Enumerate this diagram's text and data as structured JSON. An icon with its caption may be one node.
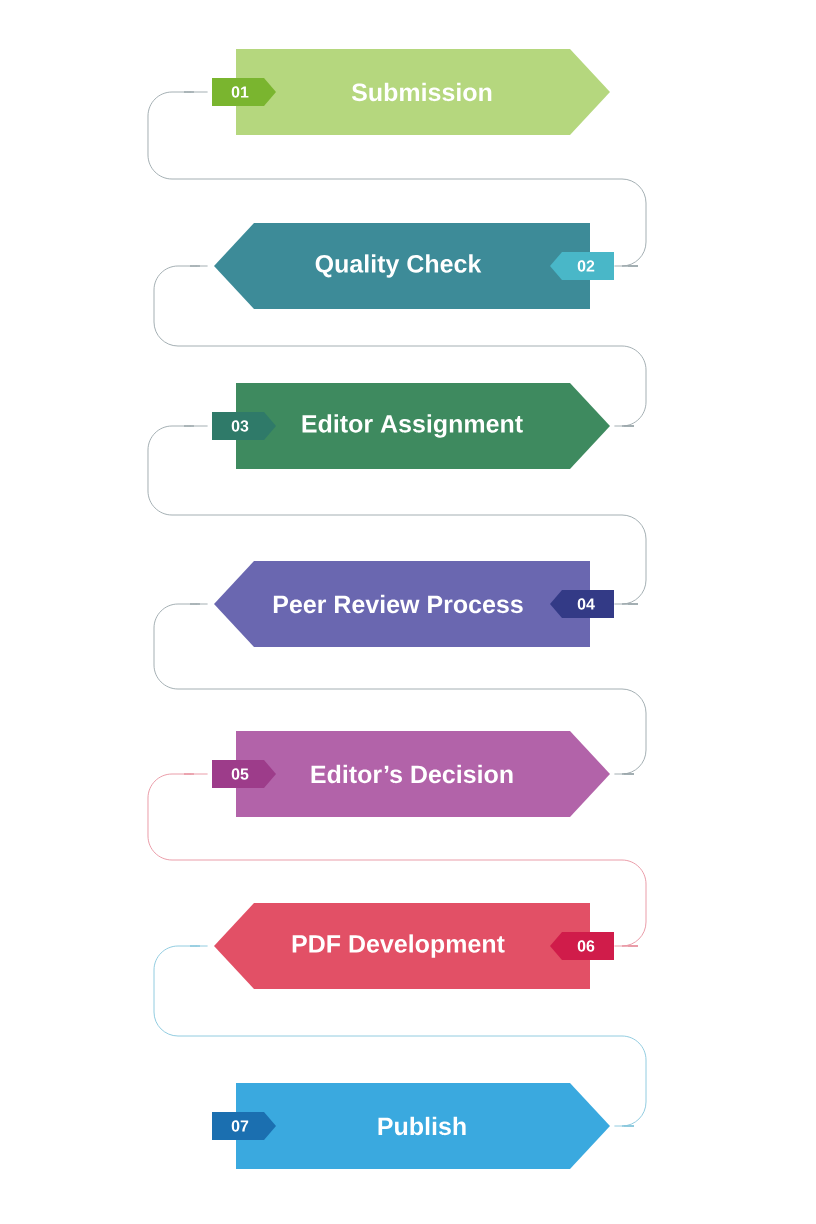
{
  "diagram": {
    "nodes": [
      {
        "text": [
          "01",
          "Submission"
        ]
      },
      {
        "text": [
          "Quality Check",
          "02"
        ]
      },
      {
        "text": [
          "03",
          "Editor Assignment"
        ]
      },
      {
        "text": [
          "Peer Review Process",
          "04"
        ]
      },
      {
        "text": [
          "05",
          "Editor’s Decision"
        ]
      },
      {
        "text": [
          "PDF Development",
          "06"
        ]
      },
      {
        "text": [
          "07",
          "Publish"
        ]
      }
    ],
    "edges": [
      {
        "from": 0,
        "to": 1,
        "arrow": "none"
      },
      {
        "from": 1,
        "to": 2,
        "arrow": "none"
      },
      {
        "from": 2,
        "to": 3,
        "arrow": "none"
      },
      {
        "from": 3,
        "to": 4,
        "arrow": "none"
      },
      {
        "from": 4,
        "to": 5,
        "arrow": "none",
        "color": "#e8929f"
      },
      {
        "from": 5,
        "to": 6,
        "arrow": "none",
        "color": "#86c6dd"
      }
    ]
  }
}
